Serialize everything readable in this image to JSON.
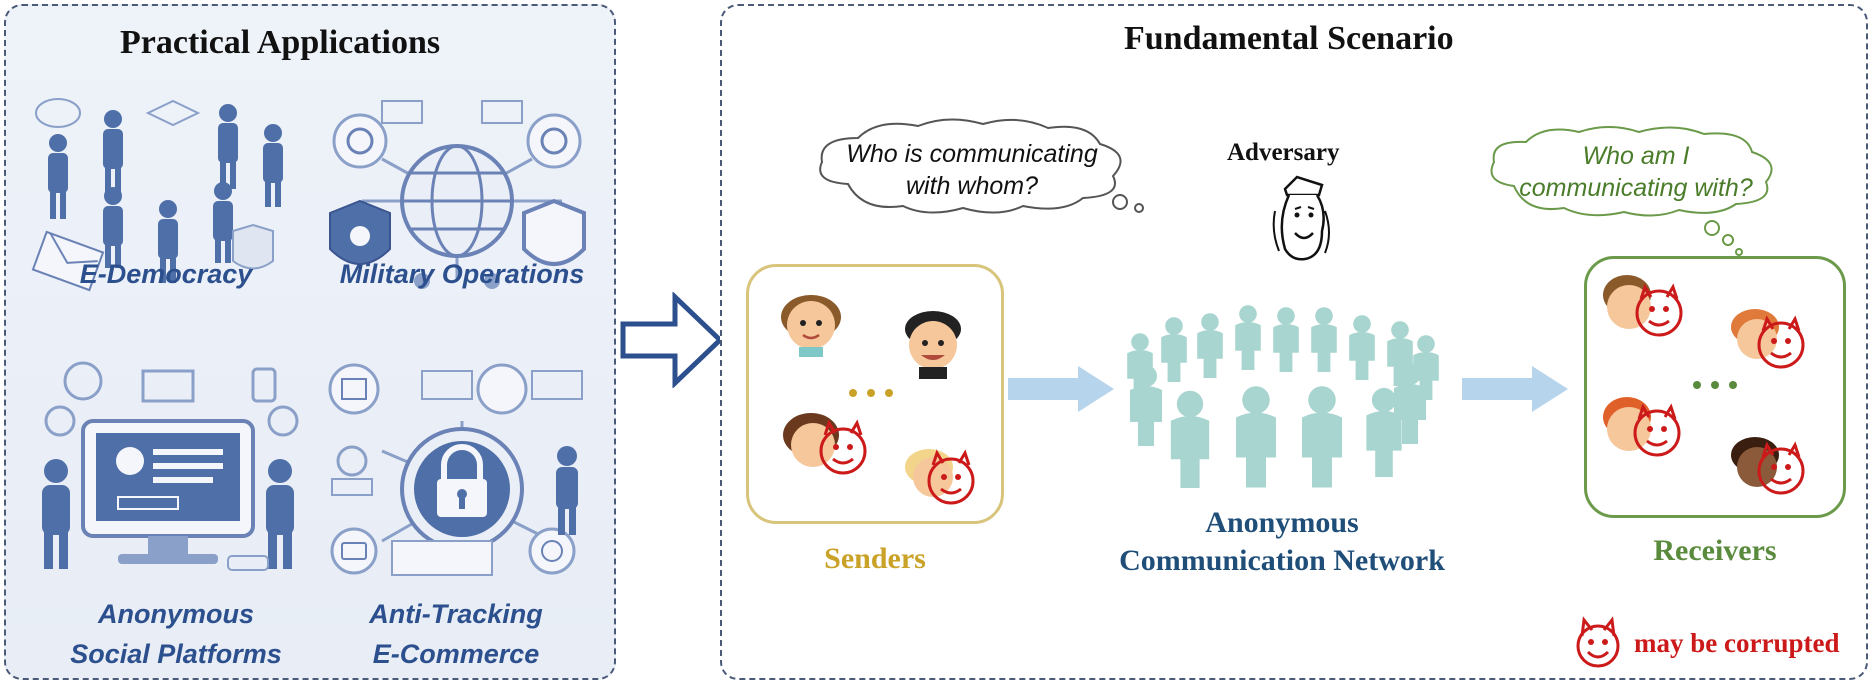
{
  "left_panel": {
    "title": "Practical  Applications",
    "applications": [
      {
        "label": "E-Democracy",
        "icon": "voting-people-icon"
      },
      {
        "label": "Military Operations",
        "icon": "globe-shield-icon"
      },
      {
        "label_line1": "Anonymous",
        "label_line2": "Social Platforms",
        "icon": "computer-users-icon"
      },
      {
        "label_line1": "Anti-Tracking",
        "label_line2": "E-Commerce",
        "icon": "padlock-icon"
      }
    ]
  },
  "right_panel": {
    "title": "Fundamental Scenario",
    "adversary_label": "Adversary",
    "adversary_thought_line1": "Who is communicating",
    "adversary_thought_line2": "with whom?",
    "receiver_thought_line1": "Who am I",
    "receiver_thought_line2": "communicating with?",
    "senders_label": "Senders",
    "network_label_line1": "Anonymous",
    "network_label_line2": "Communication Network",
    "receivers_label": "Receivers",
    "legend_label": "may be corrupted",
    "ellipsis": "..."
  },
  "colors": {
    "app_label": "#2c4f8e",
    "senders": "#c9a227",
    "receivers": "#5a8a3c",
    "network_label": "#1f4e79",
    "corrupted": "#cc1a1a",
    "person_figure": "#a8d5cf",
    "flow_arrow": "#b6d4ec",
    "big_arrow": "#2c4f8e"
  }
}
